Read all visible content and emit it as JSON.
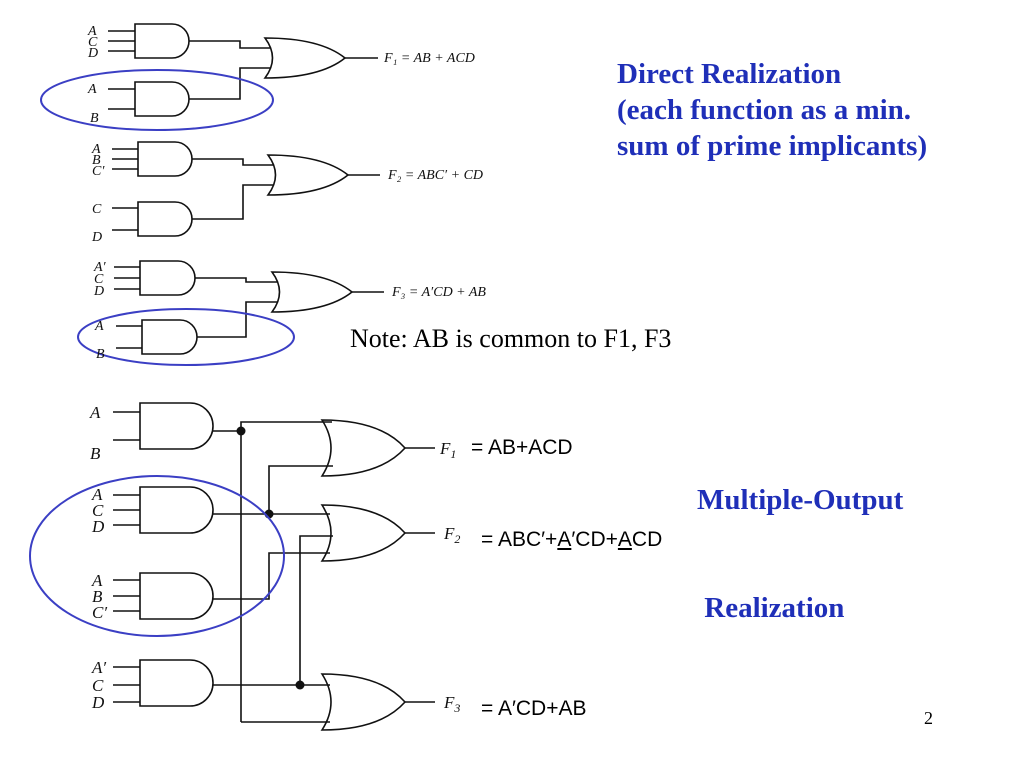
{
  "direct": {
    "title": [
      "Direct Realization",
      "(each function as a min.",
      "sum of prime implicants)"
    ],
    "f1": {
      "inputs_g1": [
        "A",
        "C",
        "D"
      ],
      "inputs_g2": [
        "A",
        "B"
      ],
      "equation": "F₁ = AB + ACD"
    },
    "f2": {
      "inputs_g1": [
        "A",
        "B",
        "C′"
      ],
      "inputs_g2": [
        "C",
        "D"
      ],
      "equation": "F₂ = ABC′ + CD"
    },
    "f3": {
      "inputs_g1": [
        "A′",
        "C",
        "D"
      ],
      "inputs_g2": [
        "A",
        "B"
      ],
      "equation": "F₃ = A′CD + AB"
    }
  },
  "note": "Note: AB is common  to F1, F3",
  "multi": {
    "title": [
      "Multiple-Output",
      " Realization"
    ],
    "gates": [
      {
        "inputs": [
          "A",
          "B"
        ]
      },
      {
        "inputs": [
          "A",
          "C",
          "D"
        ]
      },
      {
        "inputs": [
          "A",
          "B",
          "C′"
        ]
      },
      {
        "inputs": [
          "A′",
          "C",
          "D"
        ]
      }
    ],
    "outputs": {
      "f1": {
        "name": "F",
        "sub": "1",
        "eq": "= AB+ACD"
      },
      "f2": {
        "name": "F",
        "sub": "2",
        "eq_parts": [
          "= ABC′+",
          "A",
          "′CD+",
          "A",
          "CD"
        ]
      },
      "f3": {
        "name": "F",
        "sub": "3",
        "eq": "= A′CD+AB"
      }
    }
  },
  "page_number": "2",
  "colors": {
    "title": "#1f2fb8",
    "ellipse": "#3b3fc4",
    "wire": "#111111"
  }
}
